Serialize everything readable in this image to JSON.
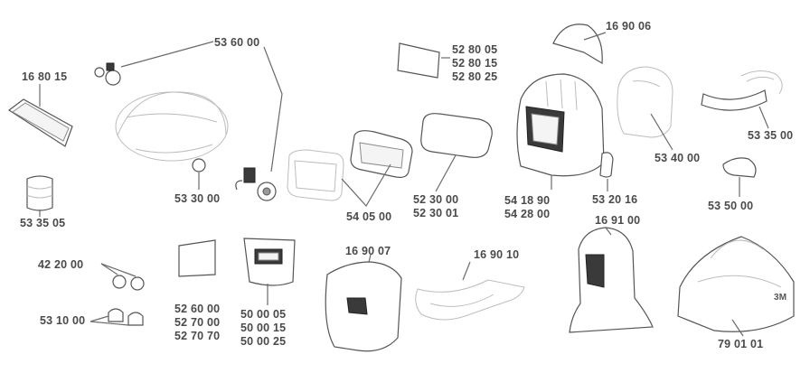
{
  "parts": [
    {
      "id": "cap-hood",
      "lines": [
        "16 90 06"
      ]
    },
    {
      "id": "air-hose",
      "lines": [
        "16 80 15"
      ]
    },
    {
      "id": "headband-bracket",
      "lines": [
        "53 60 00"
      ]
    },
    {
      "id": "side-window",
      "lines": [
        "52 80 05",
        "52 80 15",
        "52 80 25"
      ]
    },
    {
      "id": "breathing-tube",
      "lines": [
        "53 35 00"
      ]
    },
    {
      "id": "head-cover",
      "lines": [
        "53 40 00"
      ]
    },
    {
      "id": "headband",
      "lines": [
        "53 30 00"
      ]
    },
    {
      "id": "adapter",
      "lines": [
        "53 35 05"
      ]
    },
    {
      "id": "protection-plate",
      "lines": [
        "52 30 00",
        "52 30 01"
      ]
    },
    {
      "id": "welding-helmet",
      "lines": [
        "54 18 90",
        "54 28 00"
      ]
    },
    {
      "id": "nose-piece",
      "lines": [
        "53 20 16"
      ]
    },
    {
      "id": "face-seal",
      "lines": [
        "53 50 00"
      ]
    },
    {
      "id": "inner-frame",
      "lines": [
        "54 05 00"
      ]
    },
    {
      "id": "hood",
      "lines": [
        "16 91 00"
      ]
    },
    {
      "id": "neck-protector",
      "lines": [
        "16 90 07"
      ]
    },
    {
      "id": "face-seal-cover",
      "lines": [
        "16 90 10"
      ]
    },
    {
      "id": "battery",
      "lines": [
        "42 20 00"
      ]
    },
    {
      "id": "inside-cover",
      "lines": [
        "52 60 00",
        "52 70 00",
        "52 70 70"
      ]
    },
    {
      "id": "welding-filter",
      "lines": [
        "50 00 05",
        "50 00 15",
        "50 00 25"
      ]
    },
    {
      "id": "battery-holder",
      "lines": [
        "53 10 00"
      ]
    },
    {
      "id": "storage-bag",
      "lines": [
        "79 01 01"
      ],
      "brand": "3M"
    }
  ]
}
